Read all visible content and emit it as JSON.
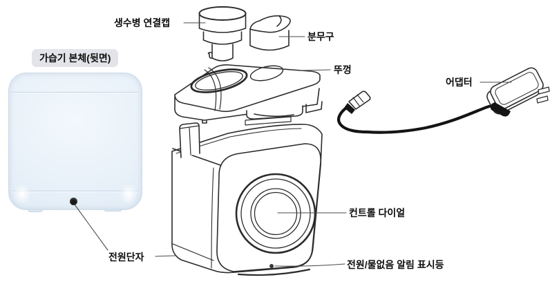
{
  "diagram": {
    "description_type": "humidifier-parts-diagram",
    "language": "ko"
  },
  "labels": {
    "bottle_cap": "생수병 연결캡",
    "nozzle": "분무구",
    "lid": "뚜껑",
    "adapter": "어댑터",
    "body_back": "가습기 본체(뒷면)",
    "control_dial": "컨트롤 다이얼",
    "power_terminal": "전원단자",
    "power_led": "전원/물없음 알림 표시등"
  },
  "colors": {
    "background": "#ffffff",
    "line_art": "#2b2b2b",
    "leader_line": "#4a4a4a",
    "label_text": "#0d0d0d",
    "label_box_bg": "#e3e4e9",
    "body_photo_light": "#f2f8fd",
    "body_photo_mid": "#e9f1f9",
    "body_photo_dark": "#dce9f4",
    "cable_black": "#141414"
  }
}
